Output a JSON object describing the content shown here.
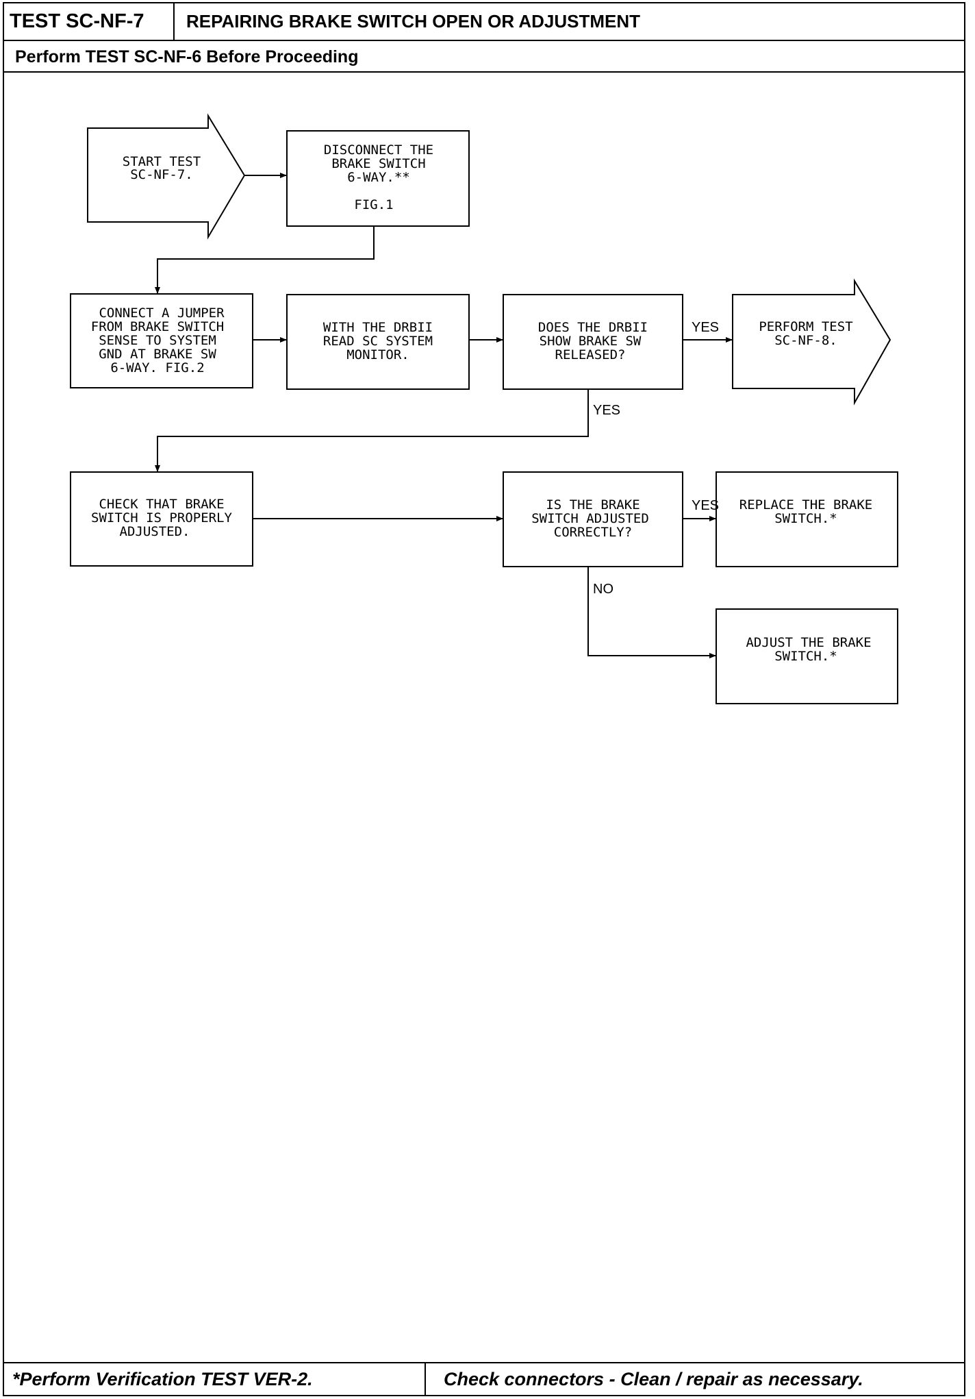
{
  "header": {
    "test_id": "TEST SC-NF-7",
    "title": "REPAIRING BRAKE SWITCH OPEN OR ADJUSTMENT",
    "precondition": "Perform TEST SC-NF-6 Before Proceeding"
  },
  "flowchart": {
    "start": [
      "START TEST",
      "SC-NF-7."
    ],
    "disconnect": [
      "DISCONNECT THE",
      "BRAKE SWITCH",
      "6-WAY.**"
    ],
    "disconnect_fig": "FIG.1",
    "connect_jumper": [
      "CONNECT A JUMPER",
      "FROM BRAKE SWITCH",
      "SENSE TO SYSTEM",
      "GND AT BRAKE SW",
      "6-WAY. FIG.2"
    ],
    "drbii_read": [
      "WITH THE DRBII",
      "READ SC SYSTEM",
      "MONITOR."
    ],
    "drbii_question": [
      "DOES THE DRBII",
      "SHOW BRAKE SW",
      "RELEASED?"
    ],
    "perform_test": [
      "PERFORM TEST",
      "SC-NF-8."
    ],
    "check_adjusted": [
      "CHECK THAT BRAKE",
      "SWITCH IS PROPERLY",
      "ADJUSTED."
    ],
    "adjusted_question": [
      "IS THE BRAKE",
      "SWITCH ADJUSTED",
      "CORRECTLY?"
    ],
    "replace_switch": [
      "REPLACE THE BRAKE",
      "SWITCH.*"
    ],
    "adjust_switch": [
      "ADJUST THE BRAKE",
      "SWITCH.*"
    ],
    "labels": {
      "yes_perform": "YES",
      "yes_down": "YES",
      "yes_replace": "YES",
      "no_adjust": "NO"
    }
  },
  "footer": {
    "verification": "*Perform Verification TEST VER-2.",
    "connectors": "Check connectors - Clean / repair as necessary."
  }
}
